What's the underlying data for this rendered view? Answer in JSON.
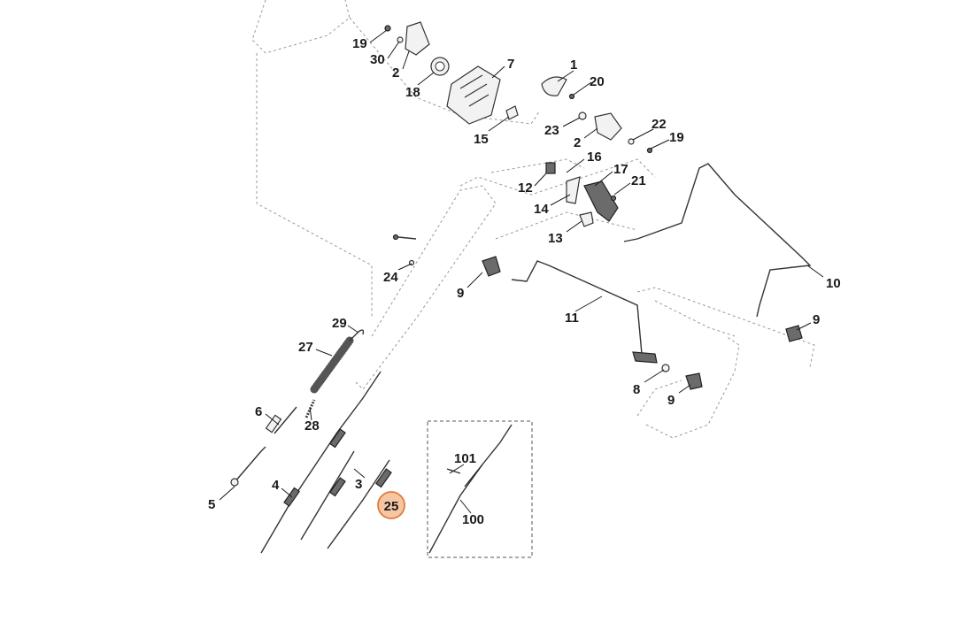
{
  "diagram": {
    "callouts": [
      {
        "label": "1"
      },
      {
        "label": "20"
      },
      {
        "label": "19"
      },
      {
        "label": "30"
      },
      {
        "label": "2"
      },
      {
        "label": "18"
      },
      {
        "label": "7"
      },
      {
        "label": "15"
      },
      {
        "label": "23"
      },
      {
        "label": "2"
      },
      {
        "label": "22"
      },
      {
        "label": "19"
      },
      {
        "label": "16"
      },
      {
        "label": "17"
      },
      {
        "label": "12"
      },
      {
        "label": "21"
      },
      {
        "label": "14"
      },
      {
        "label": "13"
      },
      {
        "label": "24"
      },
      {
        "label": "9"
      },
      {
        "label": "11"
      },
      {
        "label": "10"
      },
      {
        "label": "9"
      },
      {
        "label": "29"
      },
      {
        "label": "27"
      },
      {
        "label": "8"
      },
      {
        "label": "9"
      },
      {
        "label": "6"
      },
      {
        "label": "28"
      },
      {
        "label": "4"
      },
      {
        "label": "3"
      },
      {
        "label": "5"
      },
      {
        "label": "101"
      },
      {
        "label": "100"
      }
    ],
    "highlighted_callout": {
      "label": "25",
      "color": "#e07b3c",
      "fill": "#f6c6a3"
    }
  }
}
